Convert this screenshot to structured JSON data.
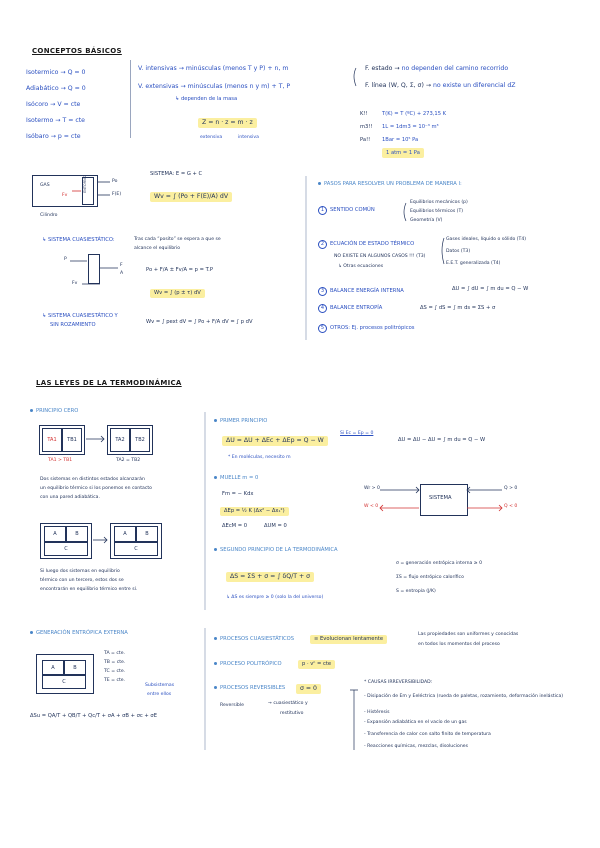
{
  "sections": {
    "conceptos_title": "CONCEPTOS BÁSICOS",
    "leyes_title": "LAS LEYES DE LA TERMODINÁMICA"
  },
  "procesos": [
    {
      "name": "Isotermico",
      "rel": "Q = 0"
    },
    {
      "name": "Adiabático",
      "rel": "Q = 0"
    },
    {
      "name": "Isócoro",
      "rel": "V = cte"
    },
    {
      "name": "Isotermo",
      "rel": "T = cte"
    },
    {
      "name": "Isóbaro",
      "rel": "p = cte"
    }
  ],
  "variables": {
    "intensivas": "V. intensivas",
    "intensivas_desc": "minúsculas (menos T y P) + n, m",
    "extensivas": "V. extensivas",
    "extensivas_desc": "minúsculas (menos n y m) + T, P",
    "depend": "↳ dependen de la masa",
    "formula": "Z = n · z = m · z",
    "extensiva": "extensiva",
    "intensiva": "intensiva"
  },
  "funciones": {
    "f_estado": "F. estado",
    "f_estado_desc": "no dependen del camino recorrido",
    "f_linea": "F. línea (W, Q, Σ, σ)",
    "f_linea_desc": "no existe un diferencial dZ"
  },
  "unidades": [
    {
      "k": "K!!",
      "v": "T(K) = T (ºC) + 273,15 K"
    },
    {
      "k": "m3!!",
      "v": "1L = 1dm3 = 10⁻³ m³"
    },
    {
      "k": "Pa!!",
      "v": "1Bar = 10⁵ Pa"
    },
    {
      "k": "",
      "v": "1 atm = 1 Pa"
    }
  ],
  "diagram": {
    "gas": "GAS",
    "entorno": "ENTORNO",
    "fv": "Fv",
    "po": "Po",
    "fext": "F(E)",
    "cilindro": "Cilindro"
  },
  "sistema": {
    "line1": "SISTEMA: E = G + C",
    "work": "Wv = ∫ (Po + F(E)/A) dV",
    "cuasi_title": "↳ SISTEMA CUASIESTÁTICO:",
    "cuasi_desc1": "Tras cada “posito” se espera a que se",
    "cuasi_desc2": "alcance el equilibrio",
    "p_label": "P",
    "fv_label": "Fv",
    "f_label": "F",
    "a_label": "A",
    "eq1": "Po + F/A ± Fv/A = p = T.P",
    "eq2": "Wv = ∫ (p ± τ) dV",
    "rozamiento_title": "↳ SISTEMA CUASIESTÁTICO Y",
    "rozamiento_title2": "SIN ROZAMIENTO",
    "eq3": "Wv = ∫ pext dV = ∫ Po + F/A dV = ∫ p dV"
  },
  "pasos": {
    "title": "PASOS PARA RESOLVER UN PROBLEMA DE MANERA I:",
    "items": [
      {
        "n": "1",
        "label": "SENTIDO COMÚN"
      },
      {
        "n": "2",
        "label": "ECUACIÓN DE ESTADO TÉRMICO"
      },
      {
        "n": "3",
        "label": "BALANCE ENERGÍA INTERNA"
      },
      {
        "n": "4",
        "label": "BALANCE ENTROPÍA"
      },
      {
        "n": "5",
        "label": "OTROS: Ej. procesos politrópicos"
      }
    ],
    "equilibrios": [
      "Equilibrios mecánicos (p)",
      "Equilibrios térmicos (T)",
      "Geometría (V)"
    ],
    "gases": [
      "Gases ideales, líquido o sólido (T4)",
      "Datos (T3)",
      "E.E.T. generalizada (T4)"
    ],
    "no_existe": "NO EXISTE EN ALGUNOS CASOS !!! (T3)",
    "tablas": "↳ Otras ecuaciones",
    "balance_u": "ΔU = ∫ dU = ∫ m du = Q − W",
    "balance_s": "ΔS = ∫ dS = ∫ m ds = ΣS + σ"
  },
  "cero": {
    "title": "PRINCIPIO CERO",
    "ta1": "TA1",
    "tb1": "TB1",
    "ta2": "TA2",
    "tb2": "TB2",
    "cond1": "TA1 > TB1",
    "cond2": "TA2 = TB2",
    "desc1": "Dos sistemas en distintos estados alcanzarán",
    "desc2": "un equilibrio térmico si los ponemos en contacto",
    "desc3": "con una pared adiabática.",
    "desc4": "Si luego dos sistemas en equilibrio",
    "desc5": "térmico con un tercero, estos dos se",
    "desc6": "encontrarán en equilibrio térmico entre sí."
  },
  "primer": {
    "title": "PRIMER PRINCIPIO",
    "eq1": "ΔU = ΔU + ΔEc + ΔEp = Q − W",
    "cond": "Si Ec = Ep = 0",
    "eq2": "ΔU = ΔU − ΔU = ∫ m du = Q − W",
    "molecular": "* En moléculas, necesito m",
    "muelle": "MUELLE  m = 0",
    "fm": "Fm = − Kdx",
    "ep": "ΔEp = ½ K (Δx² − Δx₁²)",
    "ecm": "ΔEcM = 0",
    "um": "ΔUM = 0",
    "sistema": "SISTEMA",
    "wr": "Wr > 0",
    "qr": "Q > 0",
    "ws": "W < 0",
    "qs": "Q < 0"
  },
  "segundo": {
    "title": "SEGUNDO PRINCIPIO DE LA TERMODINÁMICA",
    "eq": "ΔS = ΣS + σ = ∫ δQ/T + σ",
    "gen": "σ = generación entrópica interna ≥ 0",
    "flujo": "ΣS = flujo entrópico calorífico",
    "ent": "S = entropía (J/K)",
    "nota": "↳ ΔS es siempre ≥ 0 (solo la del universo)"
  },
  "generacion": {
    "title": "GENERACIÓN ENTRÓPICA EXTERNA",
    "a": "A",
    "b": "B",
    "c": "C",
    "ta": "TA = cte.",
    "tb": "TB = cte.",
    "tc": "TC = cte.",
    "te": "TE = cte.",
    "sub": "Subsistemas",
    "sub2": "entre ellos",
    "eq": "ΔSu = QA/T + QB/T + Qc/T + σA + σB + σc + σE"
  },
  "cuasi": {
    "title": "PROCESOS CUASIESTÁTICOS",
    "eq": "≡ Evolucionan lentamente",
    "desc1": "Las propiedades son uniformes y conocidas",
    "desc2": "en todos los momentos del proceso"
  },
  "politropico": {
    "title": "PROCESO POLITRÓPICO",
    "eq": "p · vⁿ = cte"
  },
  "reversibles": {
    "title": "PROCESOS REVERSIBLES",
    "eq": "σ = 0",
    "reversible": "Reversible",
    "arrow": "cuasiestático y",
    "arrow2": "restitutivo",
    "causes_title": "* CAUSAS IRREVERSIBILIDAD:",
    "causes": [
      "Disipación de Em y Eeléctrica (rueda de paletas, rozamiento, deformación inelástica)",
      "Histéresis",
      "Expansión adiabática en el vacío de un gas",
      "Transferencia de calor con salto finito de temperatura",
      "Reacciones químicas, mezclas, disoluciones"
    ]
  }
}
